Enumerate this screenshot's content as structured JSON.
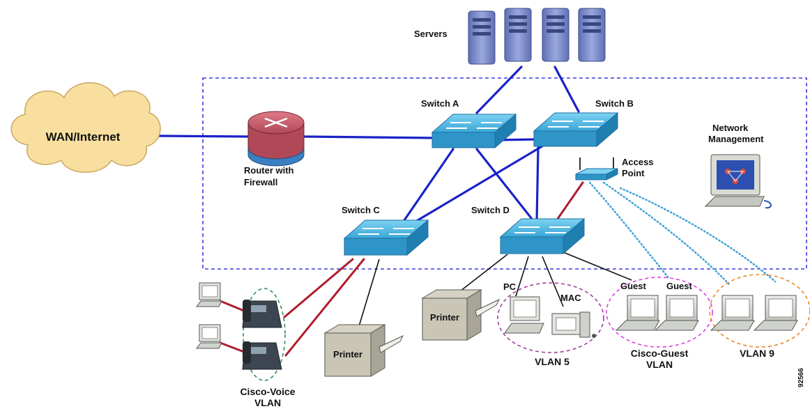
{
  "diagram": {
    "cloud_label": "WAN/Internet",
    "servers_label": "Servers",
    "router_label_line1": "Router with",
    "router_label_line2": "Firewall",
    "switch_a_label": "Switch A",
    "switch_b_label": "Switch B",
    "switch_c_label": "Switch C",
    "switch_d_label": "Switch D",
    "access_point_line1": "Access",
    "access_point_line2": "Point",
    "netmgmt_line1": "Network",
    "netmgmt_line2": "Management",
    "printer_label": "Printer",
    "pc_label": "PC",
    "mac_label": "MAC",
    "guest_label": "Guest",
    "vlan5_label": "VLAN 5",
    "guest_vlan_line1": "Cisco-Guest",
    "guest_vlan_line2": "VLAN",
    "vlan9_label": "VLAN 9",
    "voice_vlan_line1": "Cisco-Voice",
    "voice_vlan_line2": "VLAN",
    "figure_id": "92566"
  },
  "colors": {
    "trunk_link": "#1a22c8",
    "voice_link": "#b01c2c",
    "wireless_link": "#3aa0d8",
    "switch_blue": "#3aa6d6",
    "enclosure_dash": "#3a3ae0",
    "cloud_fill": "#f8dfa0",
    "voice_vlan_ellipse": "#2e8f5c",
    "vlan5_ellipse": "#a0409a",
    "guest_vlan_ellipse": "#e040e0",
    "vlan9_ellipse": "#e88a2a"
  }
}
